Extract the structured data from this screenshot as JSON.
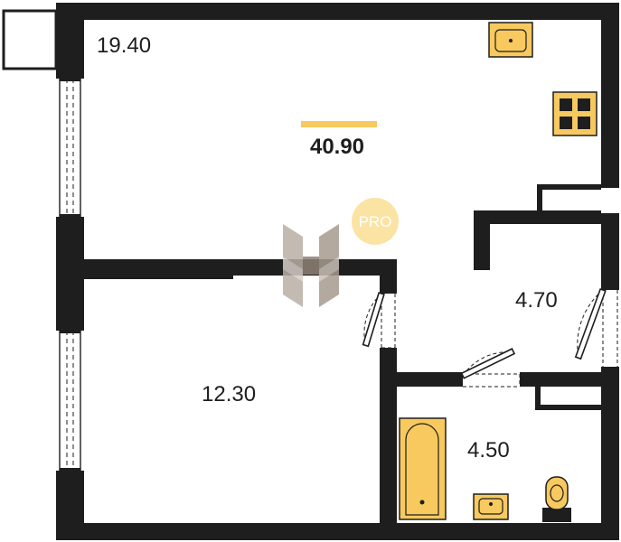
{
  "colors": {
    "wall": "#1e1e1e",
    "fixture": "#f7c95e",
    "accent": "#f7c95e",
    "badge": "#fbe3a4",
    "watermark": "#a89b8e"
  },
  "total_area": "40.90",
  "rooms": {
    "living": {
      "area": "19.40"
    },
    "bedroom": {
      "area": "12.30"
    },
    "hall": {
      "area": "4.70"
    },
    "bathroom": {
      "area": "4.50"
    }
  },
  "watermark": {
    "badge_text": "PRO",
    "icon": "h-logo-icon"
  },
  "fixtures": [
    "kitchen-sink-icon",
    "stove-icon",
    "bathtub-icon",
    "washbasin-icon",
    "toilet-icon"
  ]
}
